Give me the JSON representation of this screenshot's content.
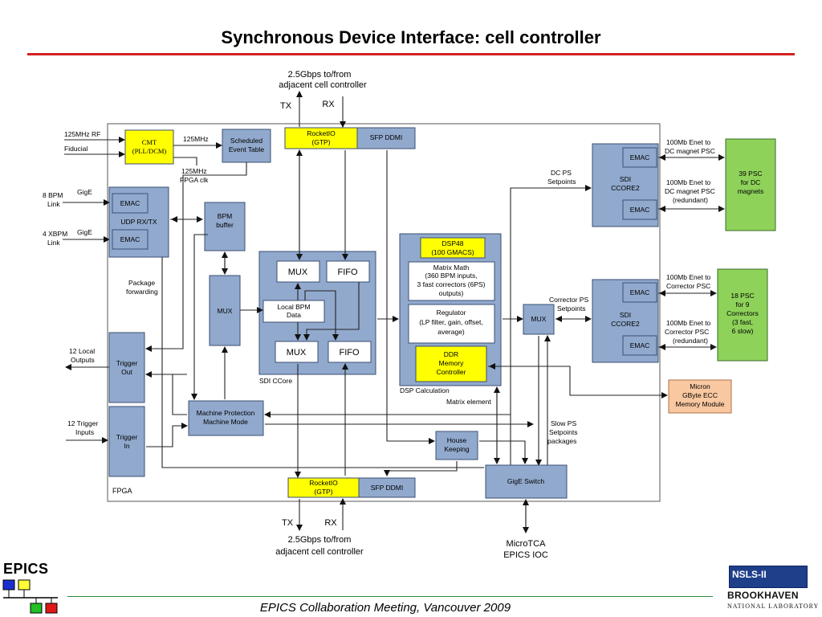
{
  "title": "Synchronous Device Interface: cell controller",
  "footer": "EPICS Collaboration Meeting, Vancouver 2009",
  "logos": {
    "epics": "EPICS",
    "nsls": "NSLS-II",
    "brookhaven": "BROOKHAVEN",
    "brookhaven_sub": "NATIONAL LABORATORY"
  },
  "diagram": {
    "top_link_1": "2.5Gbps to/from",
    "top_link_2": "adjacent cell controller",
    "tx": "TX",
    "rx": "RX",
    "bottom_link_1": "2.5Gbps to/from",
    "bottom_link_2": "adjacent cell controller",
    "rocketio_1": "RocketIO",
    "rocketio_2": "(GTP)",
    "sfp_ddmi": "SFP DDMI",
    "rf_125": "125MHz RF",
    "fiducial": "Fiducial",
    "cmt_1": "CMT",
    "cmt_2": "(PLL/DCM)",
    "mhz125": "125MHz",
    "fpga_clk_1": "125MHz",
    "fpga_clk_2": "FPGA clk",
    "sched_1": "Scheduled",
    "sched_2": "Event Table",
    "bpm_link_1": "8 BPM",
    "bpm_link_2": "Link",
    "xbpm_link_1": "4 XBPM",
    "xbpm_link_2": "Link",
    "gige": "GigE",
    "emac": "EMAC",
    "udp": "UDP RX/TX",
    "bpm_buffer_1": "BPM",
    "bpm_buffer_2": "buffer",
    "pkt_fwd_1": "Package",
    "pkt_fwd_2": "forwarding",
    "mux": "MUX",
    "fifo": "FIFO",
    "local_bpm_1": "Local BPM",
    "local_bpm_2": "Data",
    "sdi_ccore": "SDI CCore",
    "dsp48_1": "DSP48",
    "dsp48_2": "(100 GMACS)",
    "matrix_1": "Matrix Math",
    "matrix_2": "(360 BPM inputs,",
    "matrix_3": "3 fast correctors (6PS)",
    "matrix_4": "outputs)",
    "reg_1": "Regulator",
    "reg_2": "(LP filter, gain, offset,",
    "reg_3": "average)",
    "ddr_1": "DDR",
    "ddr_2": "Memory",
    "ddr_3": "Controller",
    "dsp_calc": "DSP Calculation",
    "matrix_element": "Matrix element",
    "dc_ps_1": "DC PS",
    "dc_ps_2": "Setpoints",
    "corr_ps_1": "Corrector PS",
    "corr_ps_2": "Setpoints",
    "slow_ps_1": "Slow PS",
    "slow_ps_2": "Setpoints",
    "slow_ps_3": "packages",
    "sdi_core2_1": "SDI",
    "sdi_core2_2": "CCORE2",
    "enet_dc_1": "100Mb Enet to",
    "enet_dc_2": "DC magnet PSC",
    "enet_dc_r1": "100Mb Enet to",
    "enet_dc_r2": "DC magnet PSC",
    "enet_dc_r3": "(redundant)",
    "enet_corr_1": "100Mb Enet to",
    "enet_corr_2": "Corrector PSC",
    "enet_corr_r1": "100Mb Enet to",
    "enet_corr_r2": "Corrector PSC",
    "enet_corr_r3": "(redundant)",
    "psc39_1": "39  PSC",
    "psc39_2": "for DC",
    "psc39_3": "magnets",
    "psc18_1": "18 PSC",
    "psc18_2": "for 9",
    "psc18_3": "Correctors",
    "psc18_4": "(3 fast,",
    "psc18_5": "6 slow)",
    "micron_1": "Micron",
    "micron_2": "GByte ECC",
    "micron_3": "Memory Module",
    "local_out_1": "12 Local",
    "local_out_2": "Outputs",
    "trig_out_1": "Trigger",
    "trig_out_2": "Out",
    "trig_in_lbl_1": "12 Trigger",
    "trig_in_lbl_2": "Inputs",
    "trig_in_1": "Trigger",
    "trig_in_2": "In",
    "mpm_1": "Machine Protection",
    "mpm_2": "Machine Mode",
    "house_1": "House",
    "house_2": "Keeping",
    "gige_switch": "GigE Switch",
    "fpga": "FPGA",
    "microtca_1": "MicroTCA",
    "microtca_2": "EPICS IOC"
  }
}
